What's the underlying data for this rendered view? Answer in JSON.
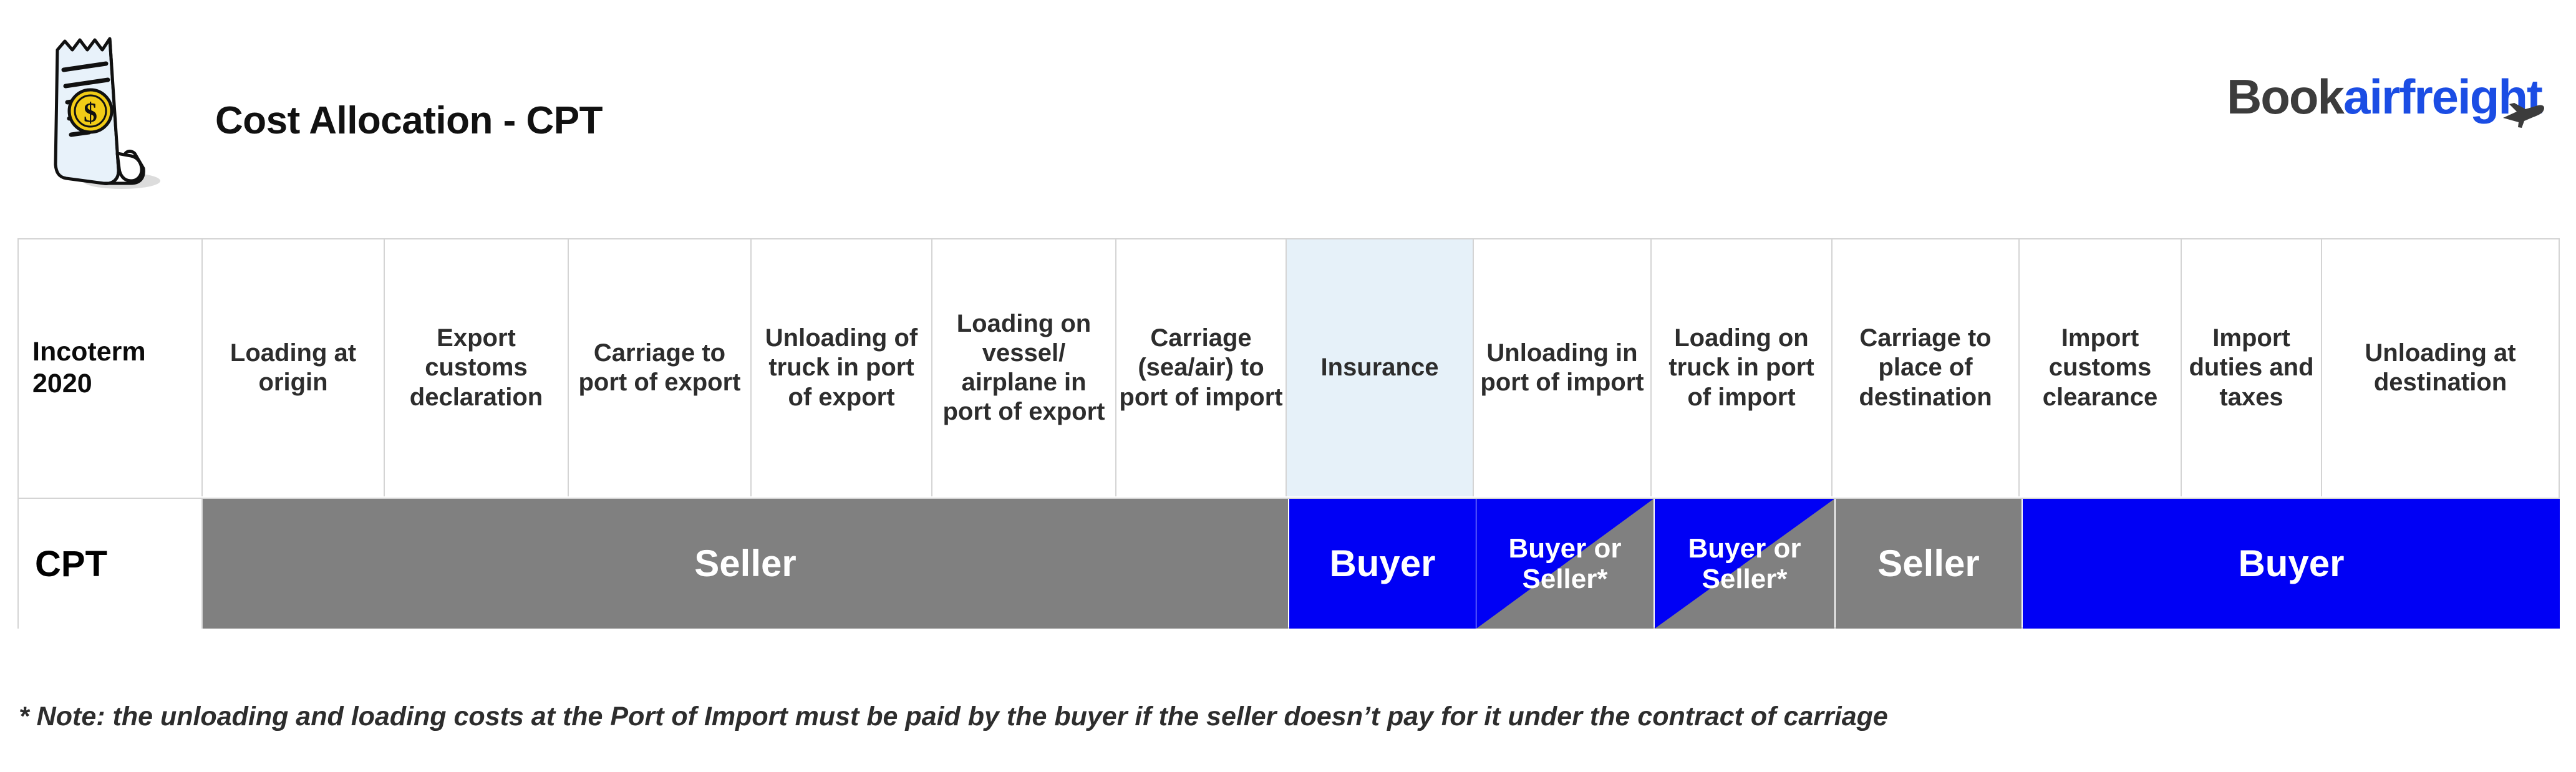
{
  "header": {
    "title": "Cost Allocation - CPT",
    "icon_name": "receipt-dollar-icon",
    "logo": {
      "part1": "Book",
      "part2": "airfreight",
      "plane_icon": "airplane-icon",
      "color_dark": "#3c3c3c",
      "color_accent": "#1b4de4"
    }
  },
  "table": {
    "columns": [
      "Incoterm 2020",
      "Loading at origin",
      "Export customs declaration",
      "Carriage to port of export",
      "Unloading of truck in port of export",
      "Loading on vessel/ airplane in port of export",
      "Carriage (sea/air) to port of import",
      "Insurance",
      "Unloading in port of import",
      "Loading on truck in port of import",
      "Carriage to place of destination",
      "Import customs clearance",
      "Import duties and taxes",
      "Unloading at destination"
    ],
    "incoterm": "CPT",
    "highlight_column": "Insurance",
    "highlight_color": "#e6f1f9",
    "allocations": [
      {
        "label": "Seller",
        "type": "seller",
        "columns": [
          "Loading at origin",
          "Export customs declaration",
          "Carriage to port of export",
          "Unloading of truck in port of export",
          "Loading on vessel/ airplane in port of export",
          "Carriage (sea/air) to port of import"
        ]
      },
      {
        "label": "Buyer",
        "type": "buyer",
        "columns": [
          "Insurance"
        ]
      },
      {
        "label": "Buyer or Seller*",
        "type": "split",
        "columns": [
          "Unloading in port of import"
        ]
      },
      {
        "label": "Buyer or Seller*",
        "type": "split",
        "columns": [
          "Loading on truck in port of import"
        ]
      },
      {
        "label": "Seller",
        "type": "seller",
        "columns": [
          "Carriage to place of destination"
        ]
      },
      {
        "label": "Buyer",
        "type": "buyer",
        "columns": [
          "Import customs clearance",
          "Import duties and taxes",
          "Unloading at destination"
        ]
      }
    ],
    "legend_colors": {
      "seller": "#808080",
      "buyer": "#0000f5"
    }
  },
  "footnote": "* Note: the unloading and loading costs at the Port of Import must be paid by the buyer if the seller doesn’t pay for it under the contract of carriage"
}
